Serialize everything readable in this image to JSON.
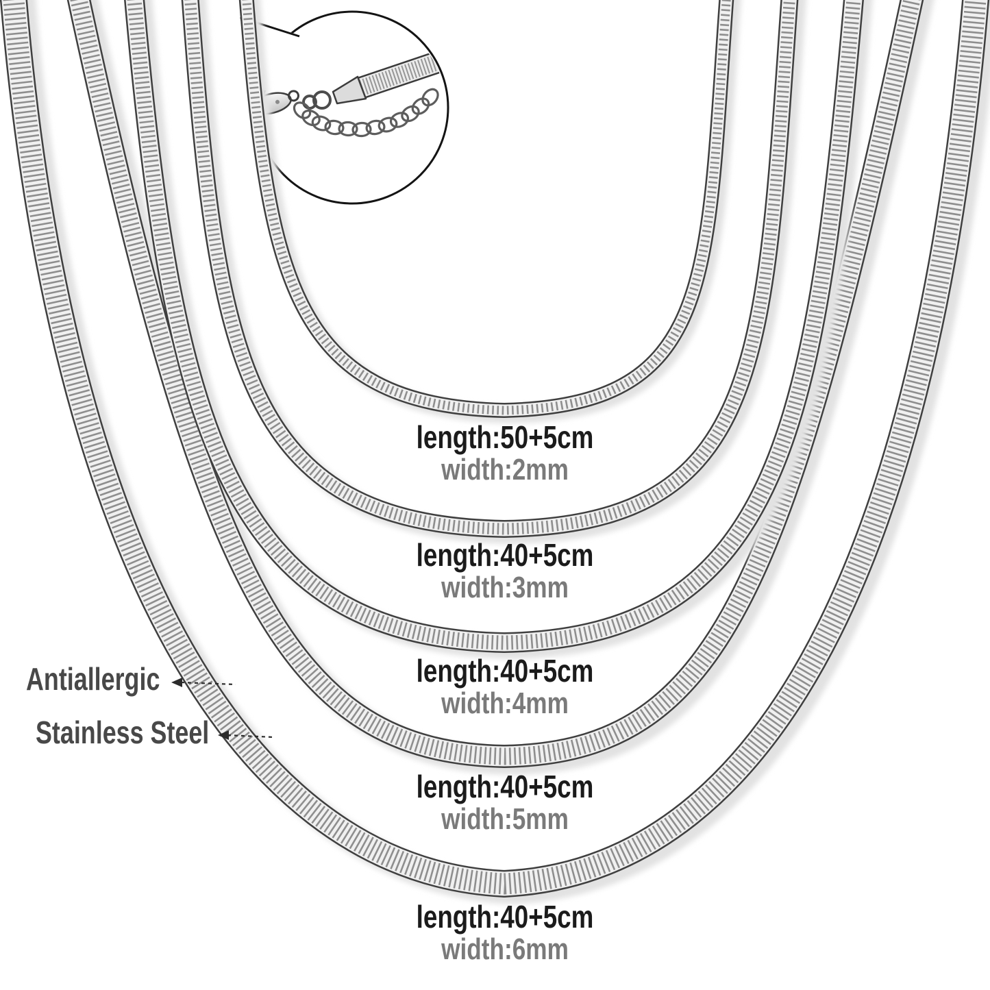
{
  "colors": {
    "background": "#ffffff",
    "chain_outline": "#3f3f3f",
    "chain_body": "#f0f0f0",
    "chain_texture": "#8e8e8e",
    "length_text": "#1b1b1b",
    "width_text": "#7a7a7a",
    "annotation_text": "#484848",
    "callout_outline": "#141414"
  },
  "sizes": [
    {
      "id": "2mm",
      "length_label": "length:50+5cm",
      "width_label": "width:2mm"
    },
    {
      "id": "3mm",
      "length_label": "length:40+5cm",
      "width_label": "width:3mm"
    },
    {
      "id": "4mm",
      "length_label": "length:40+5cm",
      "width_label": "width:4mm"
    },
    {
      "id": "5mm",
      "length_label": "length:40+5cm",
      "width_label": "width:5mm"
    },
    {
      "id": "6mm",
      "length_label": "length:40+5cm",
      "width_label": "width:6mm"
    }
  ],
  "annotations": [
    {
      "label": "Antiallergic"
    },
    {
      "label": "Stainless Steel"
    }
  ]
}
